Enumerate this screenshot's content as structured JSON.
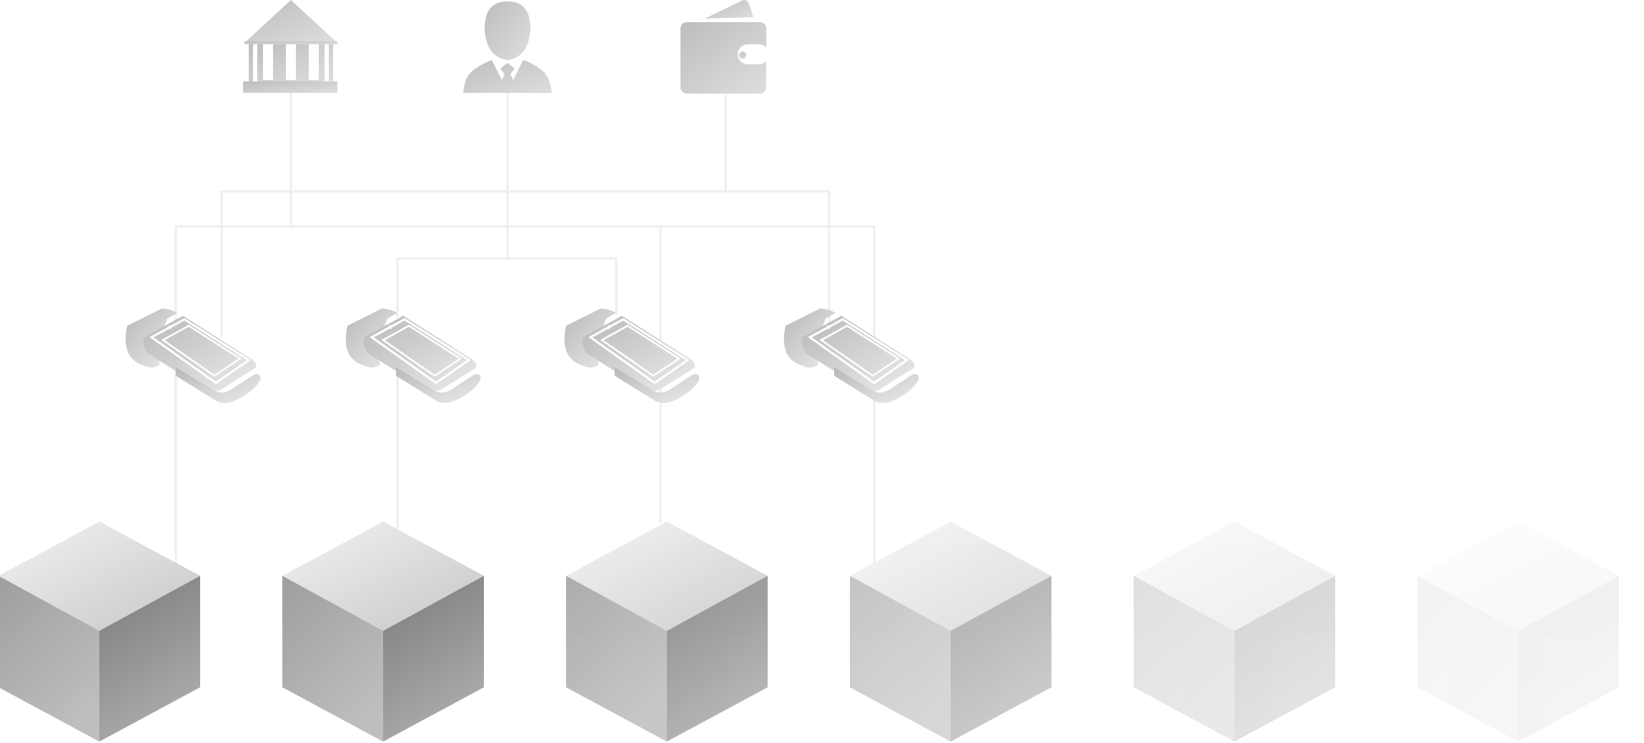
{
  "diagram": {
    "top_icons": [
      {
        "id": "bank",
        "icon": "bank-icon"
      },
      {
        "id": "person",
        "icon": "user-icon"
      },
      {
        "id": "wallet",
        "icon": "wallet-icon"
      }
    ],
    "terminals": [
      {
        "id": "t1",
        "icon": "payment-terminal-icon"
      },
      {
        "id": "t2",
        "icon": "payment-terminal-icon"
      },
      {
        "id": "t3",
        "icon": "payment-terminal-icon"
      },
      {
        "id": "t4",
        "icon": "payment-terminal-icon"
      }
    ],
    "blocks": [
      {
        "id": "b1",
        "icon": "cube-icon",
        "opacity": 1.0
      },
      {
        "id": "b2",
        "icon": "cube-icon",
        "opacity": 1.0
      },
      {
        "id": "b3",
        "icon": "cube-icon",
        "opacity": 0.85
      },
      {
        "id": "b4",
        "icon": "cube-icon",
        "opacity": 0.6
      },
      {
        "id": "b5",
        "icon": "cube-icon",
        "opacity": 0.32
      },
      {
        "id": "b6",
        "icon": "cube-icon",
        "opacity": 0.12
      }
    ],
    "colors": {
      "line": "#eeeeee",
      "icon_light": "#d2d2d2",
      "icon_dark": "#bdbdbd",
      "cube_top_light": "#f2f2f2",
      "cube_top_dark": "#c9c9c9",
      "cube_left_light": "#a0a0a0",
      "cube_left_dark": "#bcbcbc",
      "cube_right_light": "#7e7e7e",
      "cube_right_dark": "#a8a8a8"
    }
  }
}
